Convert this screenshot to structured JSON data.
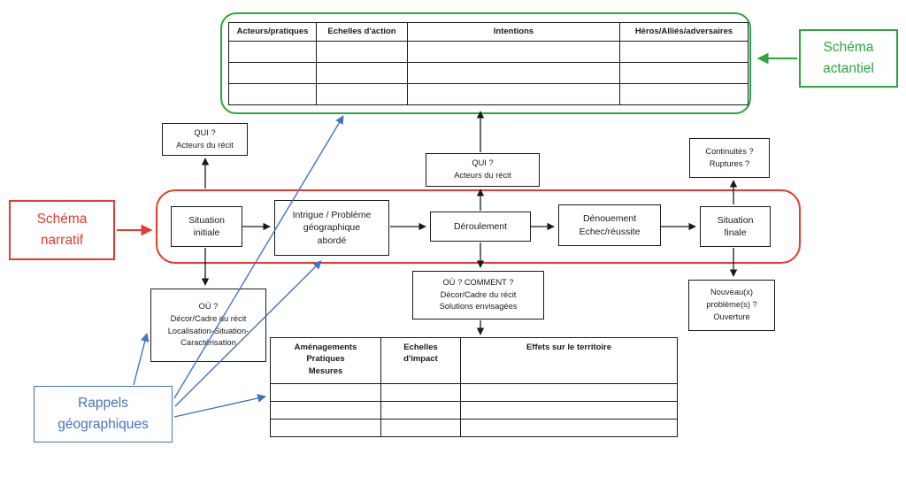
{
  "colors": {
    "green": "#2aa63f",
    "red": "#e8392c",
    "blue": "#4472c4",
    "ink": "#1a1a1a"
  },
  "legend": {
    "actantiel": "Schéma\nactantiel",
    "narratif": "Schéma\nnarratif",
    "rappels": "Rappels\ngéographiques"
  },
  "actantial_table": {
    "headers": [
      "Acteurs/pratiques",
      "Echelles d'action",
      "Intentions",
      "Héros/Alliés/adversaires"
    ],
    "empty_row_count": 3
  },
  "narrative": {
    "situation_initiale": "Situation\ninitiale",
    "intrigue": "Intrigue / Problème\ngéographique\nabordé",
    "deroulement": "Déroulement",
    "denouement": "Dénouement\nEchec/réussite",
    "situation_finale": "Situation\nfinale"
  },
  "annotations": {
    "qui_initial": "QUI ?\nActeurs du récit",
    "qui_deroulement": "QUI ?\nActeurs du récit",
    "continuites": "Continuités ?\nRuptures ?",
    "nouveau_probleme": "Nouveau(x)\nproblème(s) ?\nOuverture",
    "ou_initial": "OÙ ?\nDécor/Cadre du récit\nLocalisation-Situation-\nCaractérisation",
    "ou_comment": "OÙ ? COMMENT ?\nDécor/Cadre du récit\nSolutions envisagées"
  },
  "territory_table": {
    "headers": [
      "Aménagements\nPratiques\nMesures",
      "Echelles\nd'impact",
      "Effets sur le territoire"
    ],
    "empty_row_count": 3
  }
}
